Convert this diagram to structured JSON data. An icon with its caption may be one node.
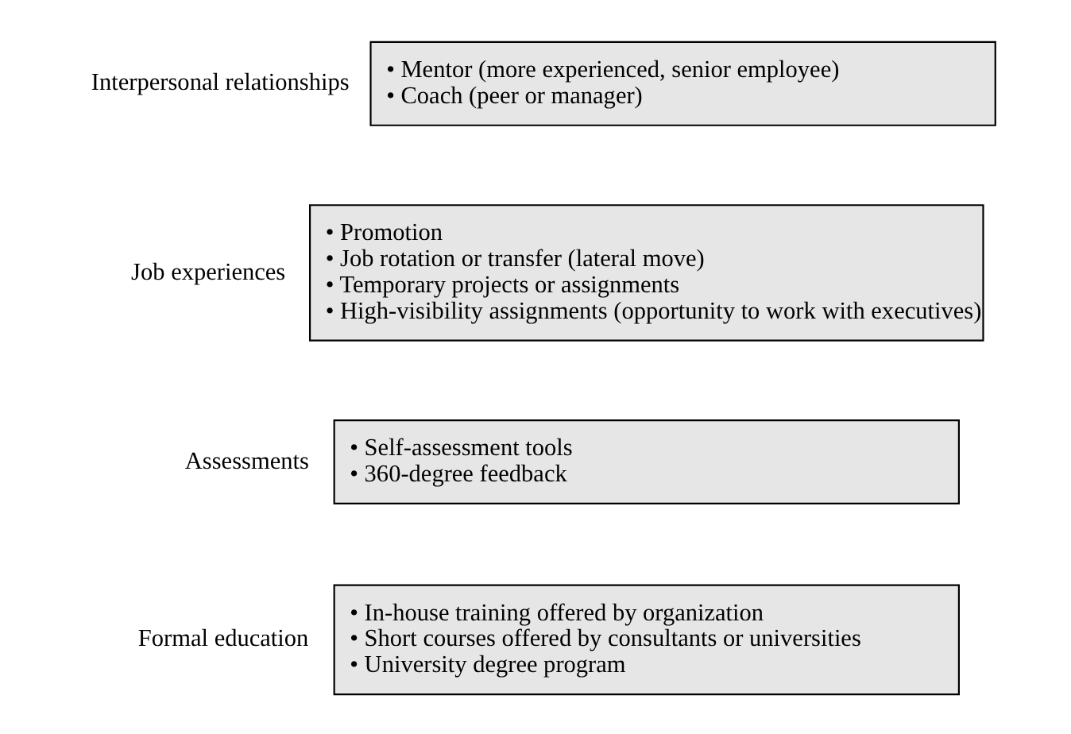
{
  "diagram": {
    "nodes": [
      {
        "text": [
          "Formal education",
          "• In-house training offered by organization",
          "• Short courses offered by consultants or universities",
          "• University degree program"
        ]
      },
      {
        "text": [
          "Assessments",
          "• Self-assessment tools",
          "• 360-degree feedback"
        ]
      },
      {
        "text": [
          "Job experiences",
          "• Promotion",
          "• Job rotation or transfer (lateral move)",
          "• Temporary projects or assignments",
          "• High-visibility assignments (opportunity to work with executives)"
        ]
      },
      {
        "text": [
          "Interpersonal relationships",
          "• Mentor (more experienced, senior employee)",
          "• Coach (peer or manager)"
        ]
      }
    ]
  }
}
